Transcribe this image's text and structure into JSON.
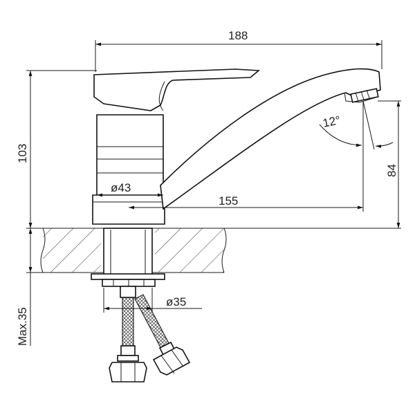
{
  "dimensions": {
    "overall_length": "188",
    "overall_height": "103",
    "spout_height": "84",
    "spout_reach": "155",
    "body_diameter": "ø43",
    "shank_diameter": "ø35",
    "max_counter_thickness": "Max.35",
    "aerator_angle": "12°"
  }
}
